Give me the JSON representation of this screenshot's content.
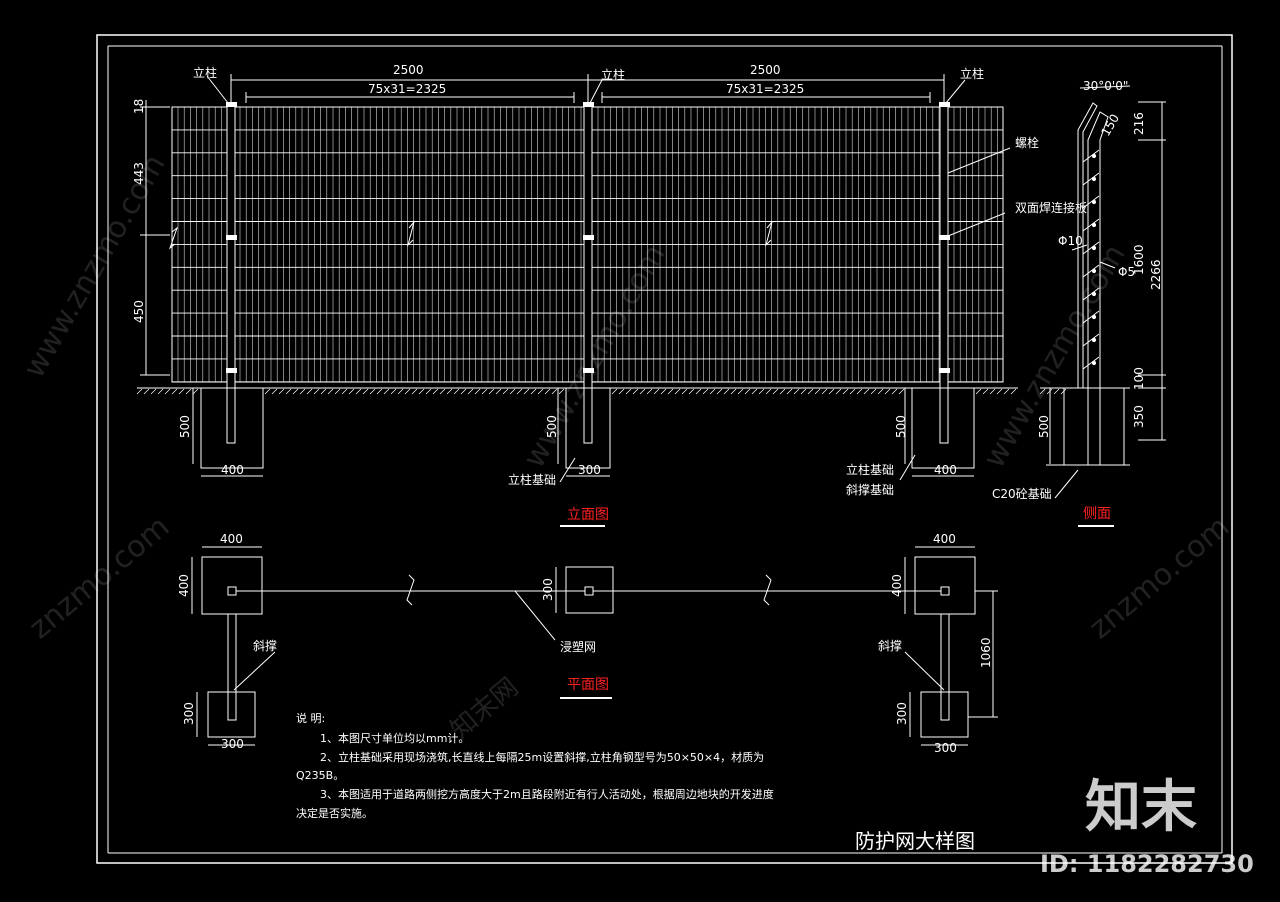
{
  "drawing": {
    "title": "防护网大样图",
    "brand_logo": "知末",
    "id_label": "ID: 1182282730",
    "watermarks": [
      "www.znzmo.com",
      "知末网",
      "znzmo.com"
    ]
  },
  "elevation": {
    "caption": "立面图",
    "span_label_1": "2500",
    "span_label_2": "2500",
    "mesh_label_1": "75x31=2325",
    "mesh_label_2": "75x31=2325",
    "post_label_left": "立柱",
    "post_label_mid": "立柱",
    "post_label_right": "立柱",
    "dim_top": "18",
    "dim_upper": "443",
    "dim_lower": "450",
    "found_depth_1": "500",
    "found_depth_2": "500",
    "found_depth_3": "500",
    "found_width_1": "400",
    "found_width_2": "300",
    "found_width_3": "400",
    "label_post_foundation": "立柱基础",
    "label_post_foundation_2": "立柱基础",
    "label_brace_foundation": "斜撑基础",
    "label_bolt": "螺栓",
    "label_weld_plate": "双面焊连接板"
  },
  "side": {
    "caption": "侧面",
    "angle": "30°0'0\"",
    "dim_150": "150",
    "dim_216": "216",
    "dim_1600": "1600",
    "dim_2266": "2266",
    "dim_100": "100",
    "dim_350": "350",
    "dim_500": "500",
    "phi10": "Φ10",
    "phi5": "Φ5",
    "label_c20": "C20砼基础"
  },
  "plan": {
    "caption": "平面图",
    "dim_400_left_w": "400",
    "dim_400_left_h": "400",
    "dim_400_right_w": "400",
    "dim_400_right_h": "400",
    "dim_300_mid": "300",
    "dim_300_left_h": "300",
    "dim_300_left_w": "300",
    "dim_300_right_h": "300",
    "dim_300_right_w": "300",
    "dim_1060": "1060",
    "label_mesh": "浸塑网",
    "label_brace_left": "斜撑",
    "label_brace_right": "斜撑"
  },
  "notes": {
    "heading": "说 明:",
    "line1": "1、本图尺寸单位均以mm计。",
    "line2": "2、立柱基础采用现场浇筑,长直线上每隔25m设置斜撑,立柱角钢型号为50×50×4，材质为",
    "line2b": "Q235B。",
    "line3": "3、本图适用于道路两侧挖方高度大于2m且路段附近有行人活动处，根据周边地块的开发进度",
    "line3b": "决定是否实施。"
  }
}
